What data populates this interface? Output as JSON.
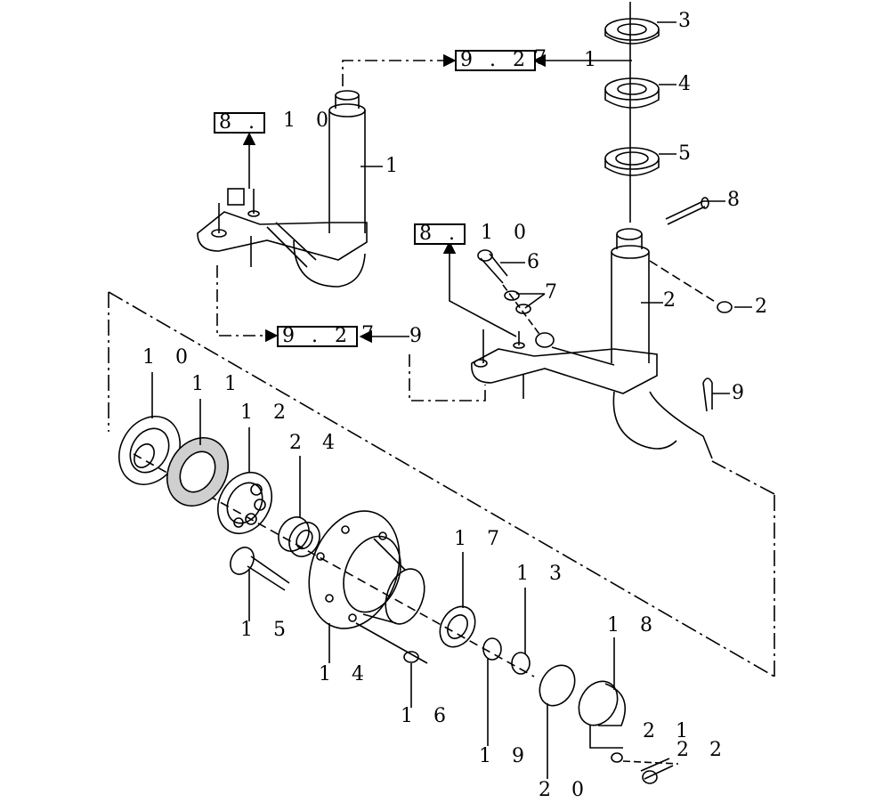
{
  "references": [
    {
      "id": "ref-top",
      "box": "9 . 2",
      "trail": "7",
      "extra": "1"
    },
    {
      "id": "ref-left-upper",
      "box": "8 . ",
      "trail": "1 0"
    },
    {
      "id": "ref-right-mid",
      "box": "8 . ",
      "trail": "1 0"
    },
    {
      "id": "ref-left-lower",
      "box": "9 . 2",
      "trail": "7",
      "extra": "9"
    }
  ],
  "callouts": {
    "c1": "1",
    "c2": "2",
    "c2b": "2",
    "c3": "3",
    "c4": "4",
    "c5": "5",
    "c6": "6",
    "c7": "7",
    "c8": "8",
    "c9": "9",
    "c10": "1 0",
    "c11": "1 1",
    "c12": "1 2",
    "c13": "1 3",
    "c14": "1 4",
    "c15": "1 5",
    "c16": "1 6",
    "c17": "1 7",
    "c18": "1 8",
    "c19": "1 9",
    "c20": "2 0",
    "c21": "2 1",
    "c22": "2 2",
    "c24": "2 4"
  }
}
